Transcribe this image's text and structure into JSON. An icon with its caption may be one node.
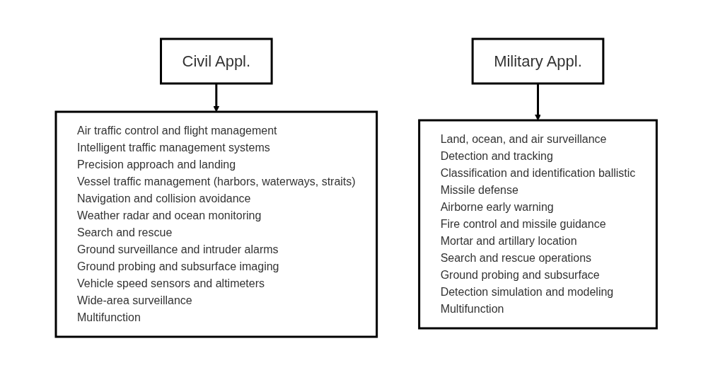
{
  "diagram": {
    "nodes": [
      {
        "text": [
          "Civil Appl."
        ]
      },
      {
        "text": [
          "Air traffic control and flight management",
          "Intelligent traffic management systems",
          "Precision approach and landing",
          "Vessel traffic management (harbors, waterways, straits)",
          "Navigation and collision avoidance",
          "Weather radar and ocean monitoring",
          "Search and rescue",
          "Ground surveillance and intruder alarms",
          "Ground probing and subsurface imaging",
          "Vehicle speed sensors and altimeters",
          "Wide-area surveillance",
          "Multifunction"
        ]
      },
      {
        "text": [
          "Military Appl."
        ]
      },
      {
        "text": [
          "Land, ocean, and air surveillance",
          "Detection and tracking",
          "Classification and identification ballistic",
          "Missile defense",
          "Airborne early warning",
          "Fire control and missile guidance",
          "Mortar and artillary location",
          "Search and rescue operations",
          "Ground probing and subsurface",
          "Detection simulation and modeling",
          "Multifunction"
        ]
      }
    ],
    "edges": [
      {
        "from": 0,
        "to": 1,
        "arrow": "to"
      },
      {
        "from": 2,
        "to": 3,
        "arrow": "to"
      }
    ]
  }
}
